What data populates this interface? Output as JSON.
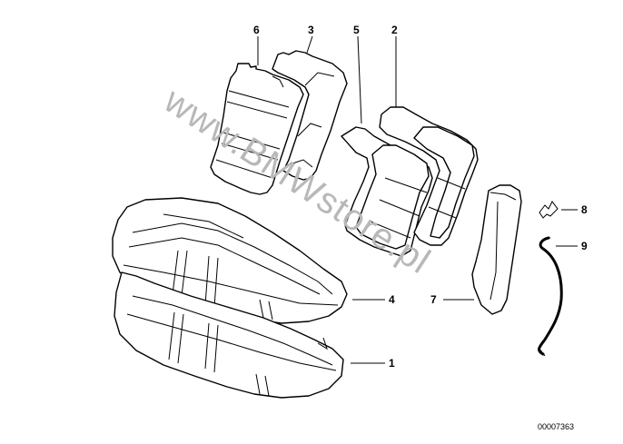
{
  "diagram": {
    "watermark": "www.BMWstore.pl",
    "part_number": "00007363",
    "callouts": [
      "6",
      "3",
      "5",
      "2",
      "8",
      "9",
      "4",
      "7",
      "1"
    ]
  },
  "colors": {
    "line": "#000000",
    "background": "#ffffff",
    "watermark": "#b8b8b8"
  }
}
